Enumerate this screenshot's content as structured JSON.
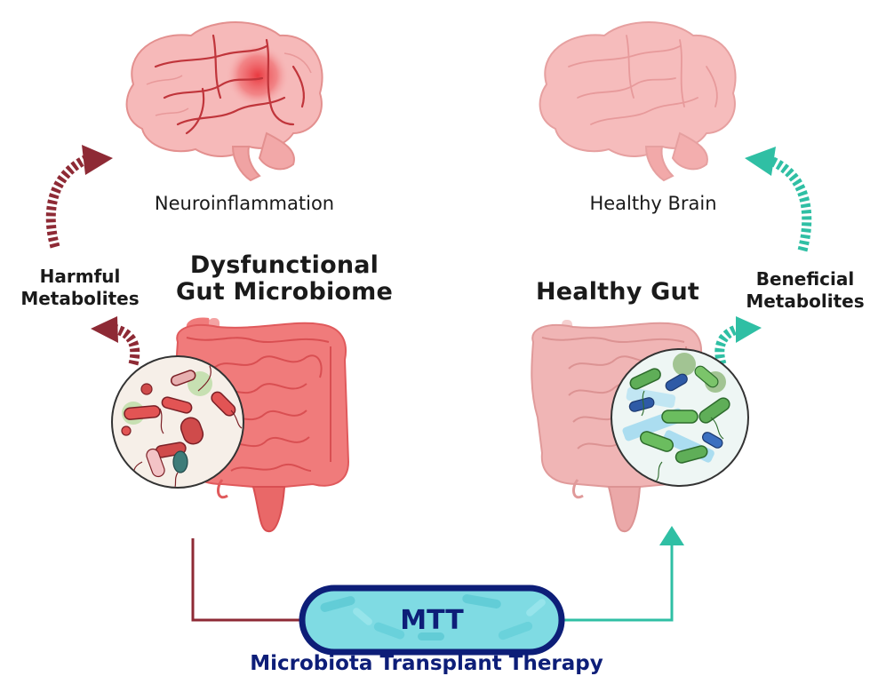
{
  "labels": {
    "neuroinflammation": "Neuroinflammation",
    "healthy_brain": "Healthy Brain",
    "harmful_line1": "Harmful",
    "harmful_line2": "Metabolites",
    "beneficial_line1": "Beneficial",
    "beneficial_line2": "Metabolites",
    "dysfunctional_line1": "Dysfunctional",
    "dysfunctional_line2": "Gut Microbiome",
    "healthy_gut": "Healthy Gut",
    "mtt": "MTT",
    "therapy": "Microbiota Transplant Therapy"
  },
  "colors": {
    "harmful_arrow": "#8e2a35",
    "beneficial_arrow": "#2fbfa4",
    "mtt_border": "#0d1e78",
    "mtt_fill": "#7fdbe3",
    "inflamed_gut": "#f07b7b",
    "healthy_gut": "#f0b5b5",
    "brain": "#f6b9b9",
    "inflamed_spot": "#e8333a"
  },
  "icons": [
    "inflamed-brain-icon",
    "healthy-brain-icon",
    "dysfunctional-gut-icon",
    "healthy-gut-icon",
    "harmful-bacteria-icon",
    "beneficial-bacteria-icon",
    "mtt-capsule-icon"
  ]
}
